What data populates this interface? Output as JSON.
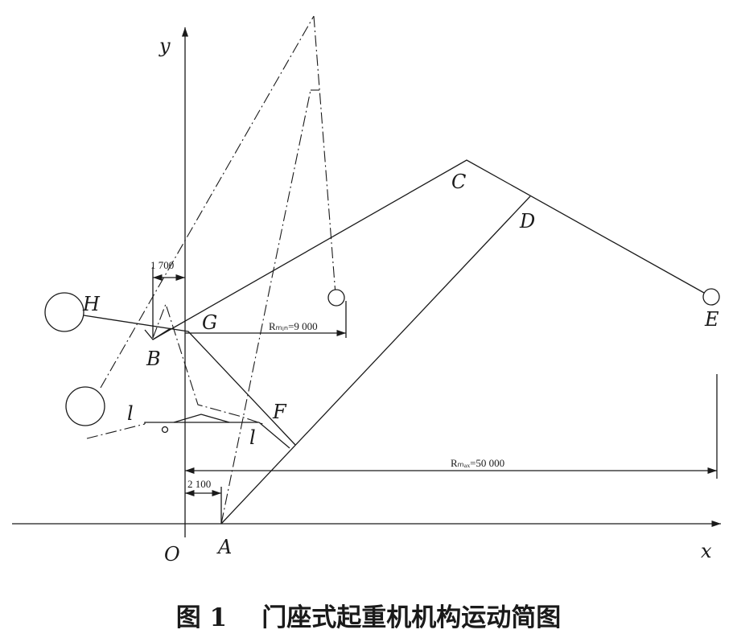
{
  "axes": {
    "x_label": "x",
    "y_label": "y",
    "origin_label": "O"
  },
  "points": {
    "A": "A",
    "B": "B",
    "C": "C",
    "D": "D",
    "E": "E",
    "F": "F",
    "G": "G",
    "H": "H"
  },
  "links": {
    "l_left": "l",
    "l_right": "l"
  },
  "dimensions": {
    "d1700": "1 700",
    "d2100": "2 100",
    "rmin": "Rₘᵢₙ=9 000",
    "rmax": "Rₘₐₓ=50 000"
  },
  "caption": "图 1    门座式起重机机构运动简图"
}
